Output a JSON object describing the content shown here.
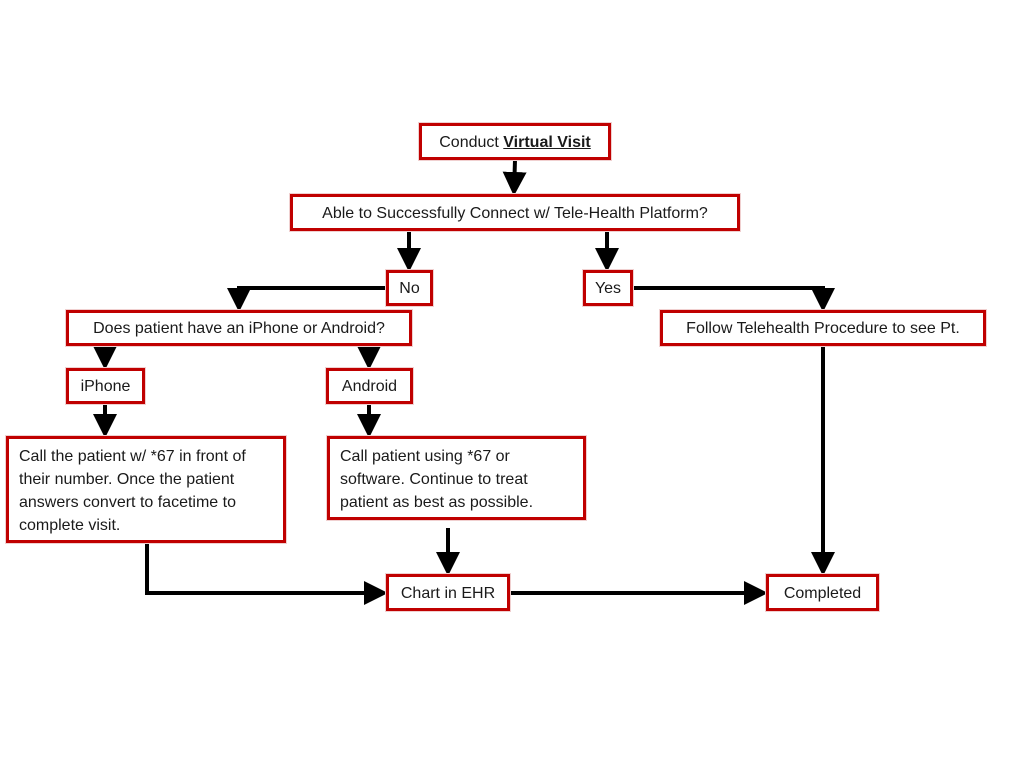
{
  "colors": {
    "box_border": "#c00000",
    "connector": "#000000",
    "text": "#1a1a1a"
  },
  "nodes": {
    "start": {
      "prefix": "Conduct",
      "emphasis": "Virtual Visit"
    },
    "connect_question": "Able to Successfully Connect w/ Tele-Health Platform?",
    "no": "No",
    "yes": "Yes",
    "device_question": "Does patient have an iPhone or Android?",
    "telehealth_procedure": "Follow Telehealth Procedure to see Pt.",
    "iphone": "iPhone",
    "android": "Android",
    "iphone_action": "Call the patient w/ *67 in front of their number. Once the patient answers convert to facetime to complete visit.",
    "android_action": "Call patient using *67 or software. Continue to treat patient as best as possible.",
    "chart": "Chart in EHR",
    "completed": "Completed"
  }
}
